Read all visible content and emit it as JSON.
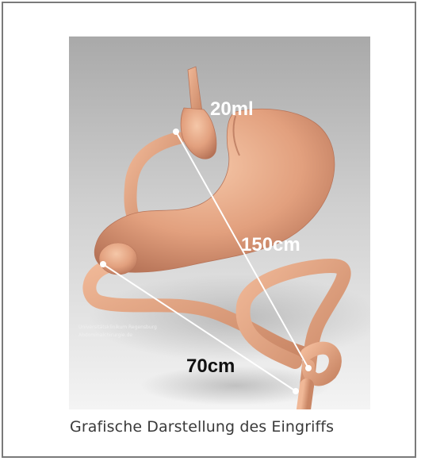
{
  "figure": {
    "labels": {
      "pouch_volume": "20ml",
      "alimentary_limb": "150cm",
      "biliopancreatic_limb": "70cm"
    },
    "watermark_line1": "Universitätsklinikum Regensburg",
    "watermark_line2": "Abdominalchirurgie.de",
    "colors": {
      "tissue": "#e4a684",
      "tissue_shadow": "#b9765a",
      "background_top": "#b9b9b9",
      "background_bottom": "#f2f2f2",
      "measure_line": "#ffffff"
    }
  },
  "caption": "Grafische Darstellung des Eingriffs"
}
